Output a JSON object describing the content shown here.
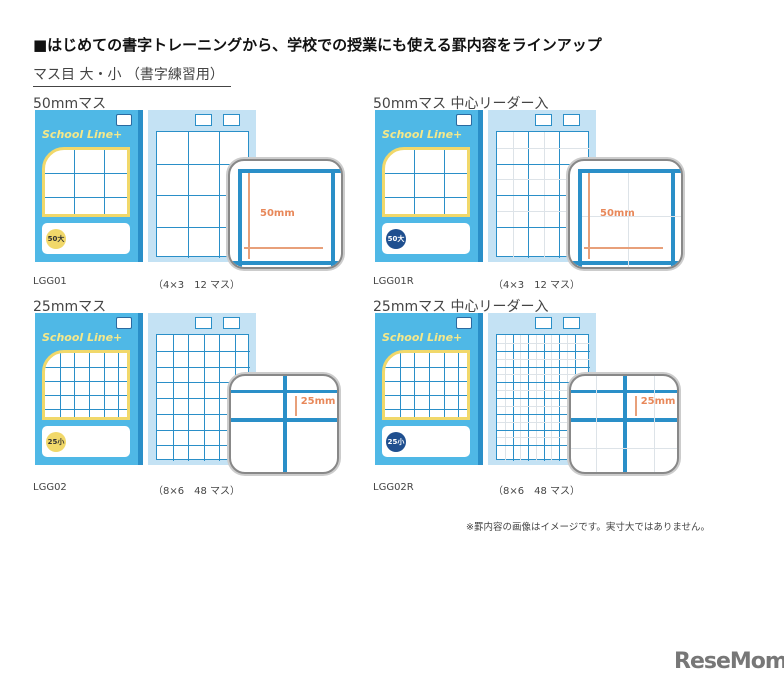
{
  "title": "■はじめての書字トレーニングから、学校での授業にも使える罫内容をラインアップ",
  "section": "マス目 大・小 （書字練習用）",
  "products": [
    {
      "heading": "50mmマス",
      "code": "LGG01",
      "count": "（4×3　12 マス）",
      "zoom_label": "50mm",
      "badge": "50大",
      "logo": "School Line+",
      "leader": false
    },
    {
      "heading": "50mmマス 中心リーダー入",
      "code": "LGG01R",
      "count": "（4×3　12 マス）",
      "zoom_label": "50mm",
      "badge": "50大",
      "logo": "School Line+",
      "leader": true
    },
    {
      "heading": "25mmマス",
      "code": "LGG02",
      "count": "（8×6　48 マス）",
      "zoom_label": "25mm",
      "badge": "25小",
      "logo": "School Line+",
      "leader": false
    },
    {
      "heading": "25mmマス 中心リーダー入",
      "code": "LGG02R",
      "count": "（8×6　48 マス）",
      "zoom_label": "25mm",
      "badge": "25小",
      "logo": "School Line+",
      "leader": true
    }
  ],
  "note": "※罫内容の画像はイメージです。実寸大ではありません。",
  "brand": "ReseMom"
}
